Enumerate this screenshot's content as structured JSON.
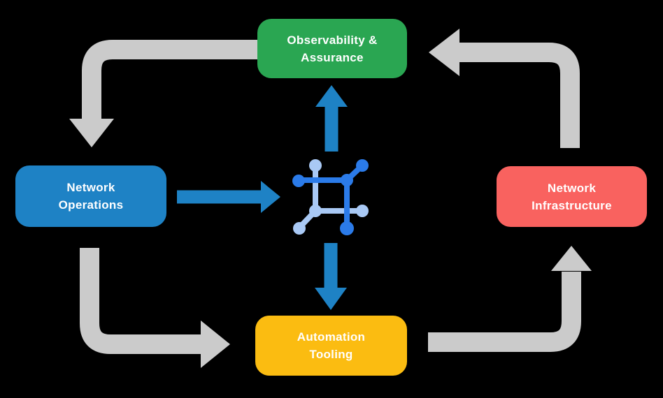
{
  "background": "#000000",
  "colors": {
    "cycle_arrow_gray": "#CBCBCB",
    "direct_arrow_blue": "#1E82C5",
    "icon_dark_blue": "#2B7BE9",
    "icon_light_blue": "#A9C9F5",
    "node_text": "#FFFFFF"
  },
  "nodes": {
    "observability": {
      "line1": "Observability &",
      "line2": "Assurance",
      "color": "#2AA652"
    },
    "operations": {
      "line1": "Network",
      "line2": "Operations",
      "color": "#1E82C5"
    },
    "infrastructure": {
      "line1": "Network",
      "line2": "Infrastructure",
      "color": "#F9625F"
    },
    "automation": {
      "line1": "Automation",
      "line2": "Tooling",
      "color": "#FBBC11"
    }
  },
  "center_icon": {
    "name": "network-automation-icon"
  },
  "edges": [
    {
      "from": "Observability & Assurance",
      "to": "Network Operations",
      "style": "gray-cycle"
    },
    {
      "from": "Network Operations",
      "to": "Automation Tooling",
      "style": "gray-cycle"
    },
    {
      "from": "Automation Tooling",
      "to": "Network Infrastructure",
      "style": "gray-cycle"
    },
    {
      "from": "Network Infrastructure",
      "to": "Observability & Assurance",
      "style": "gray-cycle"
    },
    {
      "from": "Network Operations",
      "to": "center-icon",
      "style": "blue-direct"
    },
    {
      "from": "center-icon",
      "to": "Observability & Assurance",
      "style": "blue-direct"
    },
    {
      "from": "center-icon",
      "to": "Automation Tooling",
      "style": "blue-direct"
    }
  ]
}
